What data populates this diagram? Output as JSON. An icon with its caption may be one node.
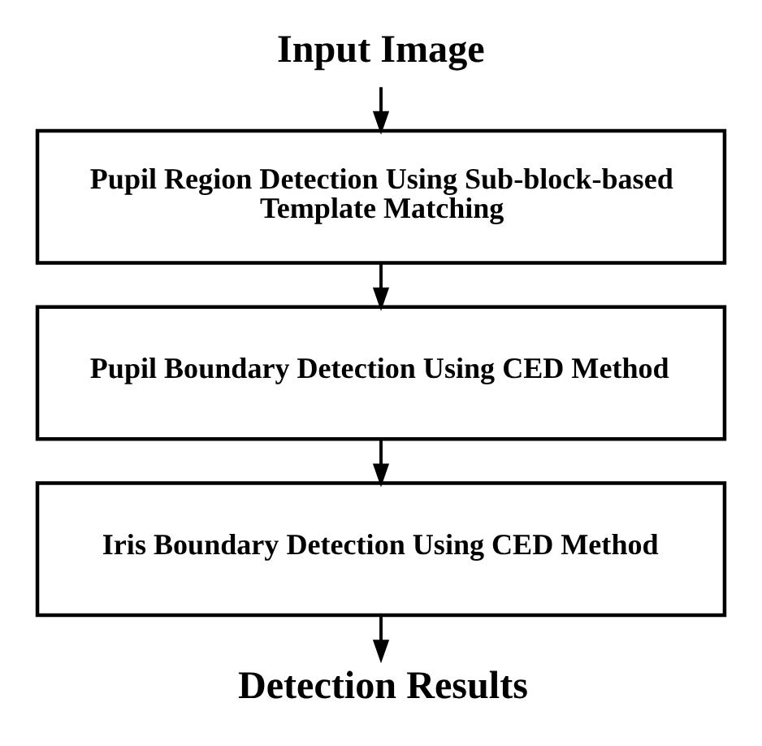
{
  "diagram": {
    "nodes": [
      {
        "text": [
          "Input Image"
        ]
      },
      {
        "text": [
          "Pupil Region Detection Using Sub-block-based Template Matching"
        ]
      },
      {
        "text": [
          "Pupil Boundary Detection Using CED Method"
        ]
      },
      {
        "text": [
          "Iris Boundary Detection Using CED Method"
        ]
      },
      {
        "text": [
          "Detection Results"
        ]
      }
    ],
    "edges": [
      {
        "from": 0,
        "to": 1,
        "arrow": "to"
      },
      {
        "from": 1,
        "to": 2,
        "arrow": "to"
      },
      {
        "from": 2,
        "to": 3,
        "arrow": "to"
      },
      {
        "from": 3,
        "to": 4,
        "arrow": "to"
      }
    ]
  }
}
